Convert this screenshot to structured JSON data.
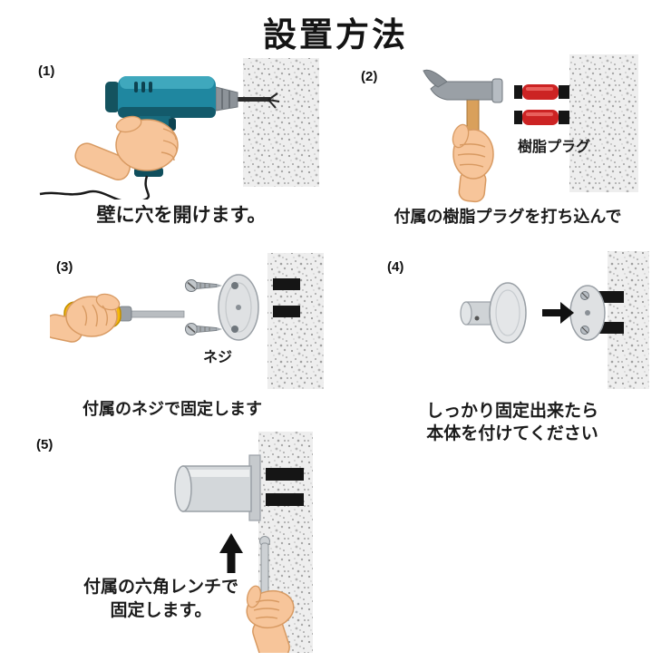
{
  "title": "設置方法",
  "steps": [
    {
      "number": "(1)",
      "caption": "壁に穴を開けます。"
    },
    {
      "number": "(2)",
      "caption": "付属の樹脂プラグを打ち込んで",
      "part_label": "樹脂プラグ"
    },
    {
      "number": "(3)",
      "caption": "付属のネジで固定します",
      "part_label": "ネジ"
    },
    {
      "number": "(4)",
      "caption_line1": "しっかり固定出来たら",
      "caption_line2": "本体を付けてください"
    },
    {
      "number": "(5)",
      "caption_line1": "付属の六角レンチで",
      "caption_line2": "固定します。"
    }
  ],
  "colors": {
    "plug_red": "#cc2323",
    "drill_teal": "#1f87a0",
    "screwdriver_yellow": "#f5b80c",
    "hammer_handle_tan": "#d9a05b",
    "skin": "#f7c59a",
    "wall_speckle_base": "#eeeeee",
    "metal_gray": "#c2c7cb",
    "text_black": "#1b1b1b"
  }
}
